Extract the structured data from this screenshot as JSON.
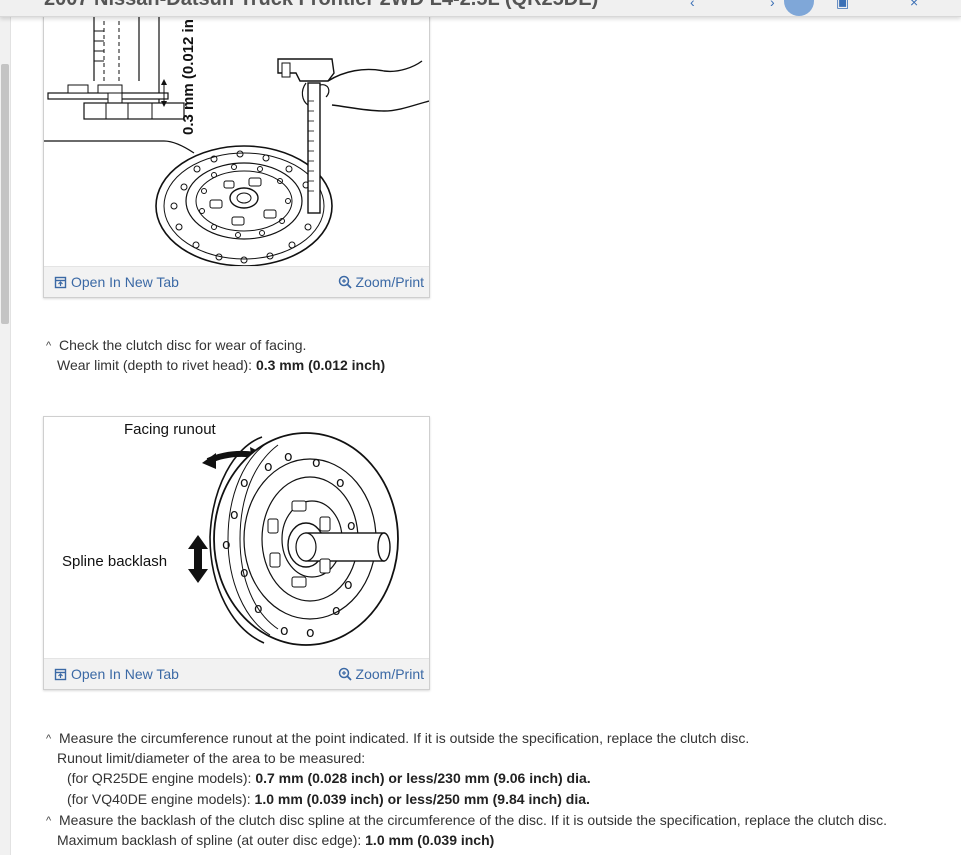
{
  "header": {
    "title": "2007 Nissan-Datsun Truck Frontier 2WD L4-2.5L (QR25DE)"
  },
  "figures": [
    {
      "annotation": "0.3 mm (0.012 in",
      "open_tab_label": "Open In New Tab",
      "zoom_label": "Zoom/Print"
    },
    {
      "label_runout": "Facing runout",
      "label_backlash": "Spline backlash",
      "open_tab_label": "Open In New Tab",
      "zoom_label": "Zoom/Print"
    }
  ],
  "steps": {
    "check_facing": {
      "marker": "^",
      "text": "Check the clutch disc for wear of facing.",
      "limit_label": "Wear limit (depth to rivet head):",
      "limit_value": "0.3 mm (0.012 inch)"
    },
    "runout": {
      "marker": "^",
      "text": "Measure the circumference runout at the point indicated. If it is outside the specification, replace the clutch disc.",
      "limit_label": "Runout limit/diameter of the area to be measured:",
      "qr_label": "(for QR25DE engine models):",
      "qr_value": "0.7 mm (0.028 inch) or less/230 mm (9.06 inch) dia.",
      "vq_label": "(for VQ40DE engine models):",
      "vq_value": "1.0 mm (0.039 inch) or less/250 mm (9.84 inch) dia."
    },
    "backlash": {
      "marker": "^",
      "text": "Measure the backlash of the clutch disc spline at the circumference of the disc. If it is outside the specification, replace the clutch disc.",
      "limit_label": "Maximum backlash of spline (at outer disc edge):",
      "limit_value": "1.0 mm (0.039 inch)"
    }
  }
}
